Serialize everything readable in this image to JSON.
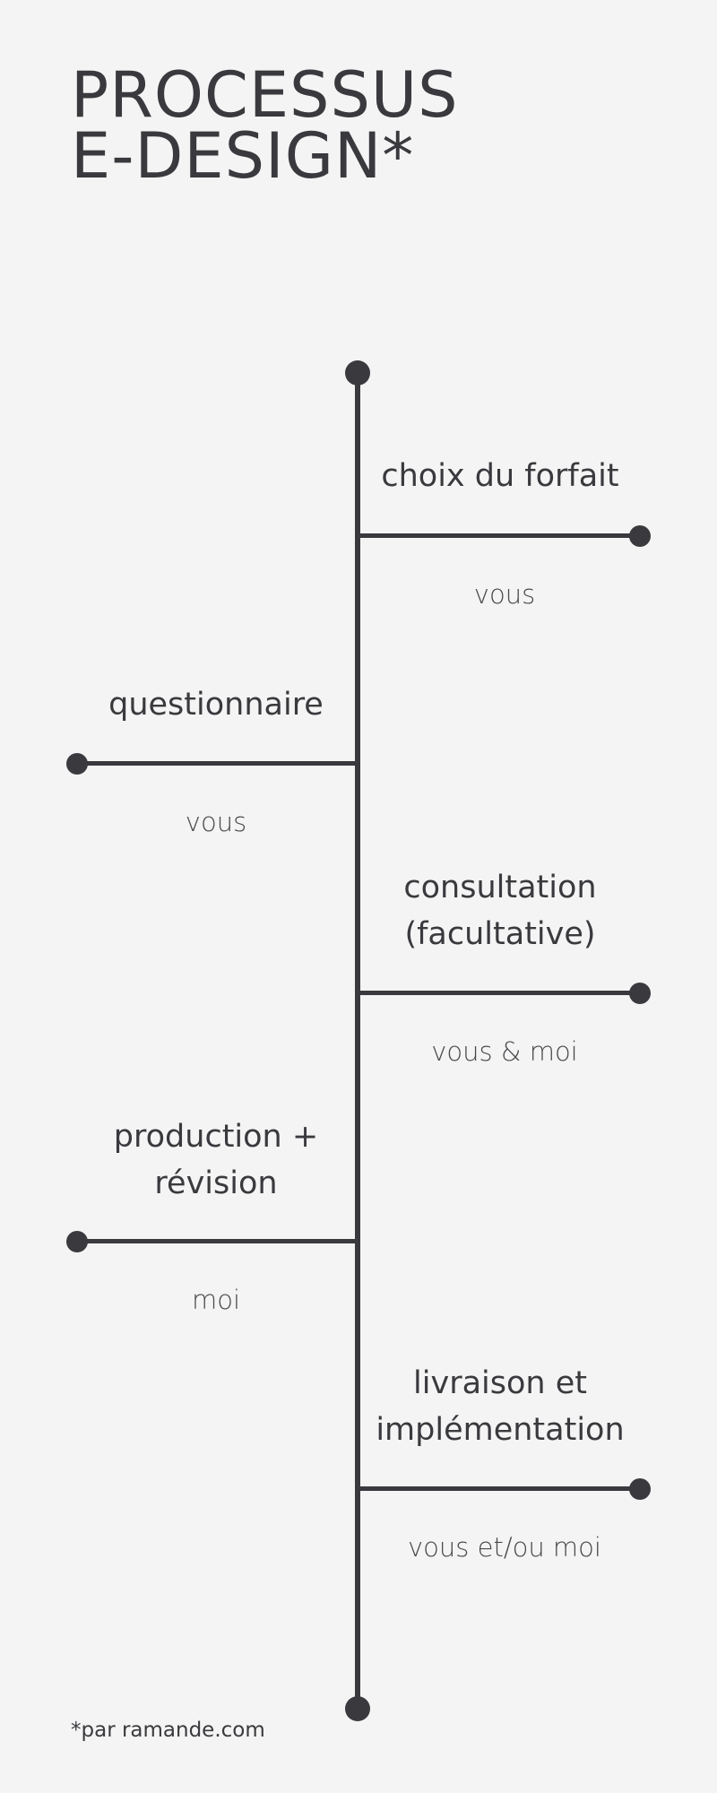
{
  "title": {
    "line1": "PROCESSUS",
    "line2": "E-DESIGN*"
  },
  "steps": [
    {
      "title": "choix du forfait",
      "actor": "vous"
    },
    {
      "title": "questionnaire",
      "actor": "vous"
    },
    {
      "title_line1": "consultation",
      "title_line2": "(facultative)",
      "actor": "vous & moi"
    },
    {
      "title_line1": "production +",
      "title_line2": "révision",
      "actor": "moi"
    },
    {
      "title_line1": "livraison et",
      "title_line2": "implémentation",
      "actor": "vous et/ou moi"
    }
  ],
  "footnote": "*par ramande.com",
  "colors": {
    "background": "#f4f4f4",
    "ink": "#3a393d"
  }
}
